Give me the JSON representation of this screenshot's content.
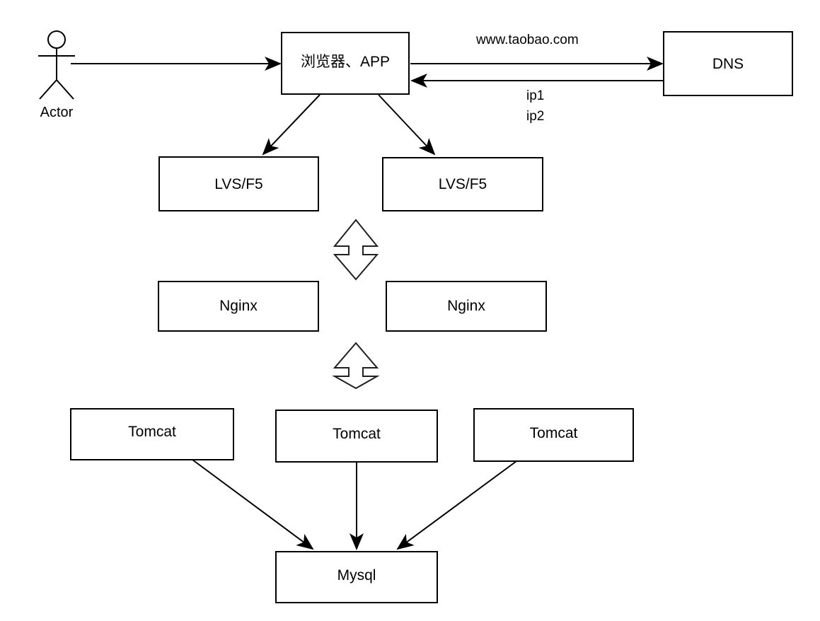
{
  "diagram": {
    "title": "Taobao request flow architecture",
    "background_color": "#ffffff",
    "stroke_color": "#000000",
    "text_color": "#000000"
  },
  "actor": {
    "name": "actor-stick-figure",
    "label": "Actor"
  },
  "nodes": {
    "browser": {
      "label": "浏览器、APP"
    },
    "dns": {
      "label": "DNS"
    },
    "lvs_left": {
      "label": "LVS/F5"
    },
    "lvs_right": {
      "label": "LVS/F5"
    },
    "nginx_left": {
      "label": "Nginx"
    },
    "nginx_right": {
      "label": "Nginx"
    },
    "tomcat_left": {
      "label": "Tomcat"
    },
    "tomcat_mid": {
      "label": "Tomcat"
    },
    "tomcat_right": {
      "label": "Tomcat"
    },
    "mysql": {
      "label": "Mysql"
    }
  },
  "edge_labels": {
    "domain_request": "www.taobao.com",
    "dns_reply_ip1": "ip1",
    "dns_reply_ip2": "ip2"
  },
  "connectors": {
    "actor_to_browser": "arrow-right",
    "browser_to_dns": "arrow-right",
    "dns_to_browser": "arrow-left",
    "browser_to_lvs_left": "arrow-diagonal-down-left",
    "browser_to_lvs_right": "arrow-diagonal-down-right",
    "lvs_to_nginx": "double-headed-vertical-arrow",
    "nginx_to_tomcat": "double-headed-vertical-arrow",
    "tomcat_left_to_mysql": "arrow-diagonal-down-right",
    "tomcat_mid_to_mysql": "arrow-down",
    "tomcat_right_to_mysql": "arrow-diagonal-down-left"
  }
}
